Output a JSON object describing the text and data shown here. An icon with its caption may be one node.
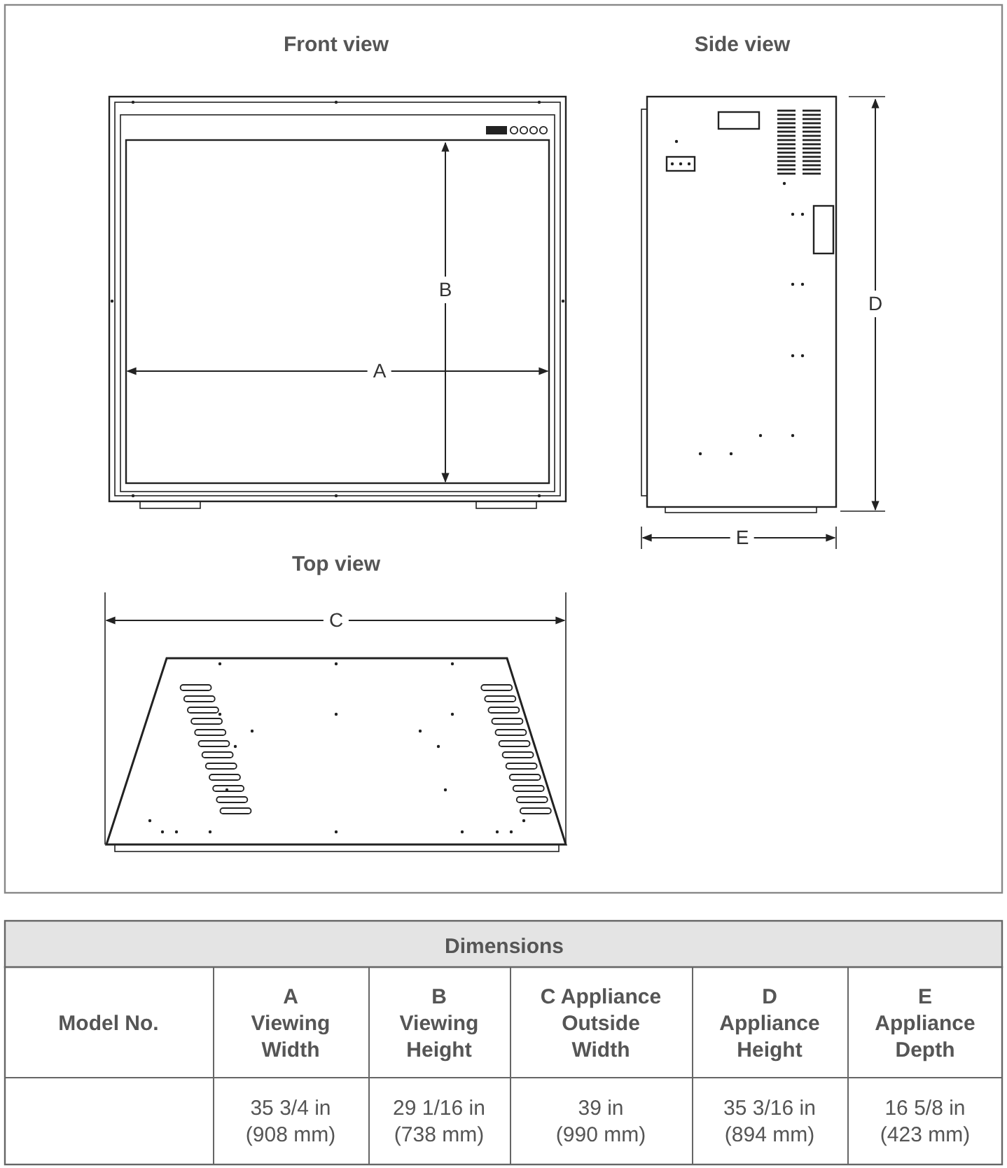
{
  "diagram": {
    "labels": [
      "Front view",
      "Side view",
      "B",
      "A",
      "D",
      "E",
      "Top view",
      "C",
      "Dimensions",
      "Model No.",
      "A Viewing Width",
      "B Viewing Height",
      "C Appliance Outside Width",
      "D Appliance Height",
      "E Appliance Depth",
      "35 3/4 in (908 mm)",
      "29 1/16 in (738 mm)",
      "39 in (990 mm)",
      "35 3/16 in (894 mm)",
      "16 5/8 in (423 mm)"
    ]
  }
}
